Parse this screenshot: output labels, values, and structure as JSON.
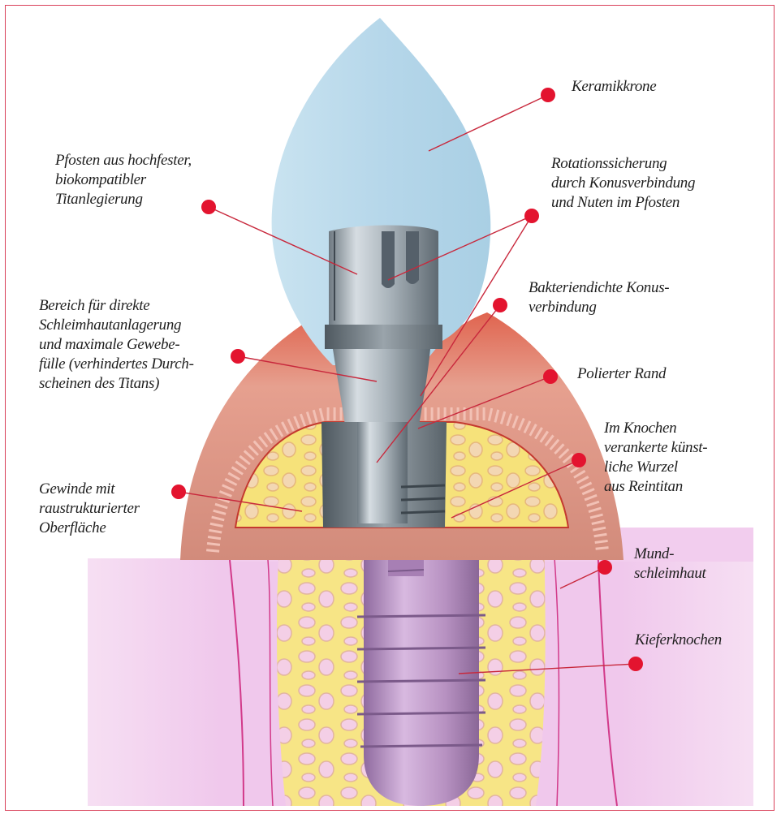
{
  "diagram": {
    "colors": {
      "frame": "#d9415a",
      "marker": "#e3142f",
      "leader_line": "#c8283c",
      "crown": "#b9d9ea",
      "gum": "#d98a7a",
      "bone": "#f4e68a",
      "titanium": "#a9b2b9",
      "lower_panel": "#f3cdee",
      "implant_lower": "#bb8fc4"
    },
    "labels": [
      {
        "id": "keramikkrone",
        "text": "Keramikkrone"
      },
      {
        "id": "pfosten",
        "text": "Pfosten aus hochfester,\nbiokompatibler\nTitanlegierung"
      },
      {
        "id": "rotationssicherung",
        "text": "Rotationssicherung\ndurch Konusverbindung\nund Nuten im Pfosten"
      },
      {
        "id": "bakteriendicht",
        "text": "Bakteriendichte Konus-\nverbindung"
      },
      {
        "id": "bereich",
        "text": "Bereich für direkte\nSchleimhautanlagerung\nund maximale Gewebe-\nfülle (verhindertes Durch-\nscheinen des Titans)"
      },
      {
        "id": "polierter-rand",
        "text": "Polierter Rand"
      },
      {
        "id": "im-knochen",
        "text": "Im Knochen\nverankerte künst-\nliche Wurzel\naus Reintitan"
      },
      {
        "id": "gewinde",
        "text": "Gewinde mit\nraustrukturierter\nOberfläche"
      },
      {
        "id": "mundschleimhaut",
        "text": "Mund-\nschleimhaut"
      },
      {
        "id": "kieferknochen",
        "text": "Kieferknochen"
      }
    ]
  }
}
